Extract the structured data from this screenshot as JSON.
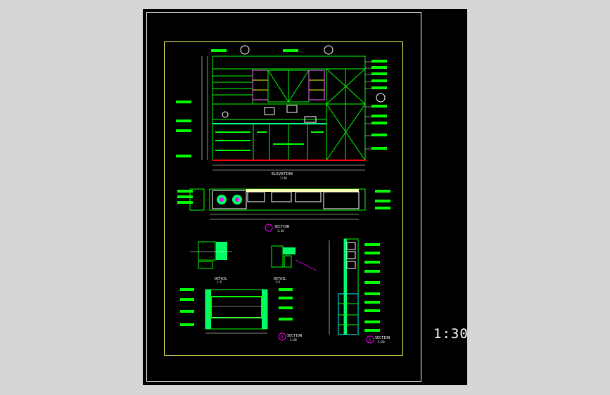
{
  "sheet": {
    "scale": "1:30",
    "colors": {
      "background": "#d6d6d6",
      "paper": "#000000",
      "frame": "#ffffff",
      "title_frame": "#ffff66",
      "geometry": "#00ff00",
      "dimension": "#ffffff",
      "hatch": "#ff0000",
      "fill": "#00ff66",
      "accent": "#ff00ff",
      "cabinet": "#00ffff"
    }
  },
  "views": {
    "elevation": {
      "title": "ELEVATION",
      "scale": "1:30"
    },
    "plan_section": {
      "marker": "C",
      "title": "SECTION",
      "scale": "1:20"
    },
    "detail_left": {
      "title": "DETAIL",
      "scale": "1:5"
    },
    "detail_right": {
      "title": "DETAIL",
      "scale": "1:5"
    },
    "section_b": {
      "marker": "B",
      "title": "SECTION",
      "scale": "1:20"
    },
    "section_a": {
      "marker": "A",
      "title": "SECTION",
      "scale": "1:20"
    }
  }
}
